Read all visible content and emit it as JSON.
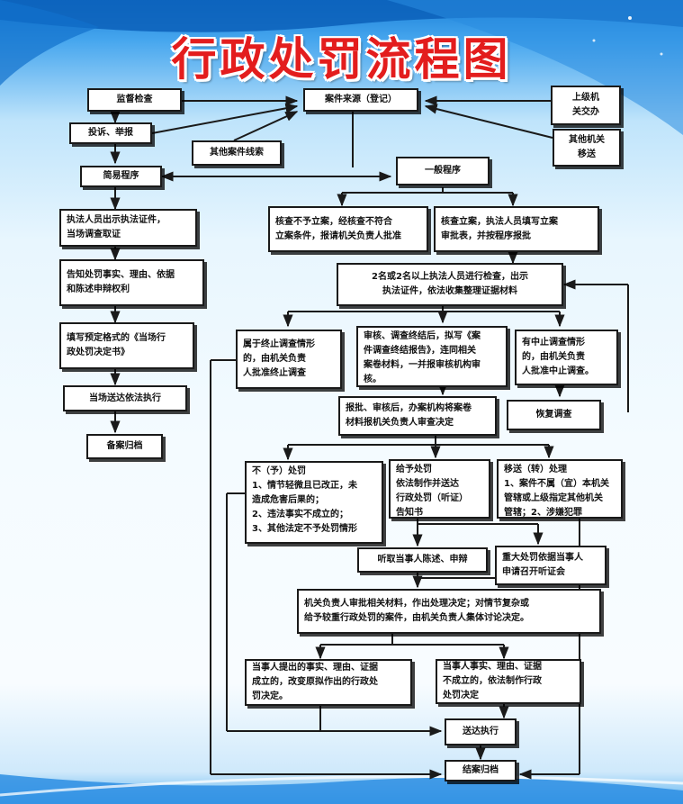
{
  "title": "行政处罚流程图",
  "boxes": {
    "supervision": "监督检查",
    "complaint": "投诉、举报",
    "case_source": "案件来源（登记）",
    "superior": "上级机\n关交办",
    "other_clues": "其他案件线索",
    "other_transfer": "其他机关\n移送",
    "simple_procedure": "简易程序",
    "general_procedure": "一般程序",
    "show_id": "执法人员出示执法证件，\n当场调查取证",
    "not_register": "核查不予立案，经核查不符合\n立案条件，报请机关负责人批准",
    "register": "核查立案，执法人员填写立案\n审批表，并按程序报批",
    "inform": "告知处罚事实、理由、依据\n和陈述申辩权利",
    "investigate": "2名或2名以上执法人员进行检查，出示\n执法证件，依法收集整理证据材料",
    "fill_decision": "填写预定格式的《当场行\n政处罚决定书》",
    "terminate": "属于终止调查情形\n的，由机关负责\n人批准终止调查",
    "review": "审核、调查终结后，拟写《案\n件调查终结报告》，连同相关\n案卷材料，一并报审核机构审\n核。",
    "suspend": "有中止调查情形\n的，由机关负责\n人批准中止调查。",
    "deliver_onsite": "当场送达依法执行",
    "approve_review": "报批、审核后，办案机构将案卷\n材料报机关负责人审查决定",
    "resume": "恢复调查",
    "archive_simple": "备案归档",
    "no_penalty": "不（予）处罚\n1、情节轻微且已改正，未\n造成危害后果的；\n2、违法事实不成立的；\n3、其他法定不予处罚情形",
    "give_penalty": "给予处罚\n依法制作并送达\n行政处罚（听证）\n告知书",
    "transfer": "移送（转）处理\n1、案件不属（宜）本机关\n管辖或上级指定其他机关\n管辖；2、涉嫌犯罪",
    "hear_statement": "听取当事人陈述、申辩",
    "hearing": "重大处罚依据当事人\n申请召开听证会",
    "leader_decide": "机关负责人审批相关材料，作出处理决定；对情节复杂或\n给予较重行政处罚的案件，由机关负责人集体讨论决定。",
    "change_decision": "当事人提出的事实、理由、证据\n成立的，改变原拟作出的行政处\n罚决定。",
    "keep_decision": "当事人事实、理由、证据\n不成立的，依法制作行政\n处罚决定",
    "deliver_execute": "送达执行",
    "archive_final": "结案归档"
  },
  "colors": {
    "title_red": "#e31d1d",
    "line": "#1a1a1a",
    "box_border": "#1a1a1a",
    "box_bg": "#ffffff",
    "bg_blue": "#46a6ee"
  }
}
